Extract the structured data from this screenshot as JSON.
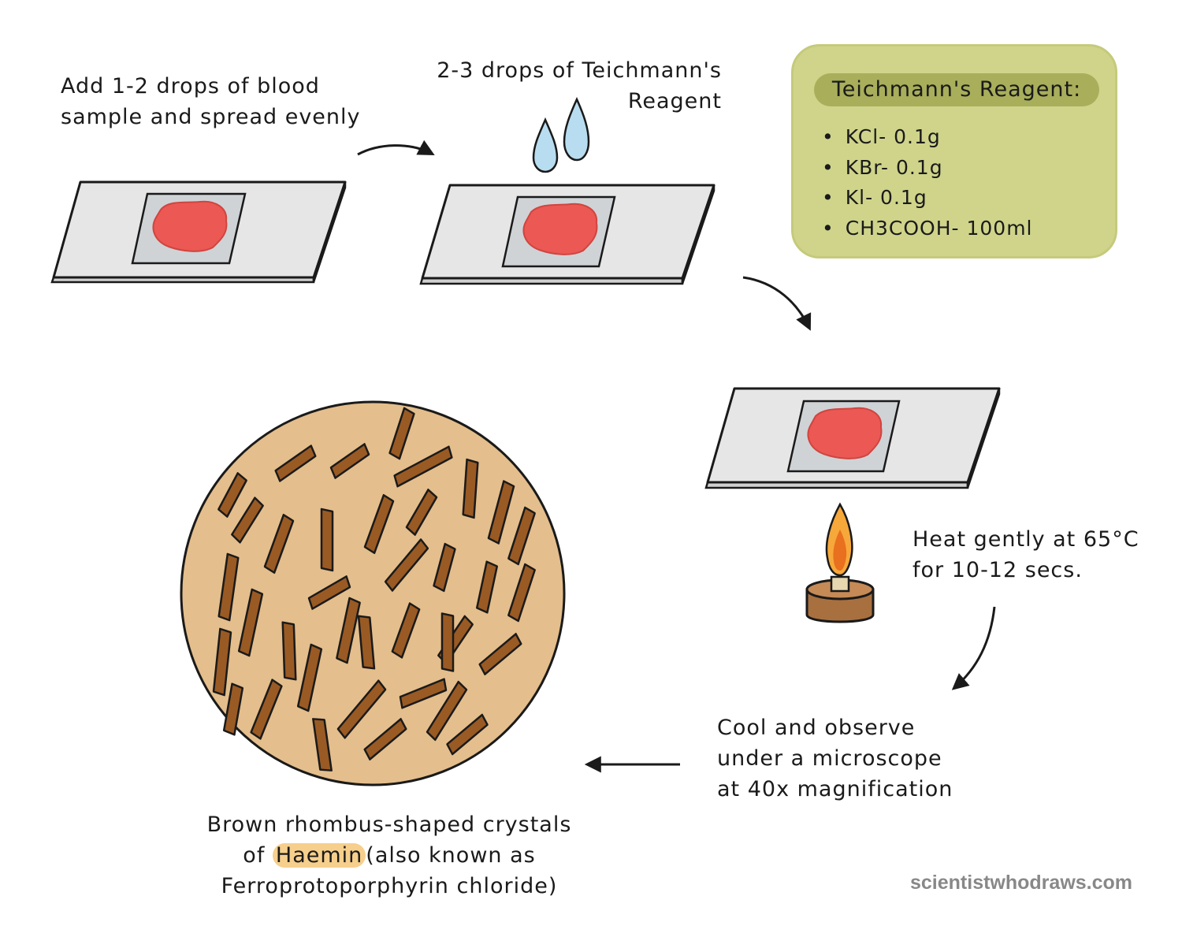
{
  "steps": {
    "step1": {
      "line1": "Add 1-2 drops of blood",
      "line2": "sample and spread evenly"
    },
    "step2": {
      "line1": "2-3 drops of Teichmann's",
      "line2": "Reagent"
    },
    "step3": {
      "line1": "Heat gently at 65°C",
      "line2": "for 10-12 secs."
    },
    "step4": {
      "line1": "Cool and observe",
      "line2": "under a microscope",
      "line3": "at 40x magnification"
    },
    "result": {
      "line1": "Brown rhombus-shaped crystals",
      "line2_prefix": "of",
      "line2_highlight": "Haemin",
      "line2_suffix": "(also known as",
      "line3": "Ferroprotoporphyrin chloride)"
    }
  },
  "reagent": {
    "title": "Teichmann's Reagent:",
    "items": [
      "KCl- 0.1g",
      "KBr- 0.1g",
      "Kl- 0.1g",
      "CH3COOH- 100ml"
    ]
  },
  "watermark": "scientistwhodraws.com",
  "colors": {
    "slide": "#e6e6e6",
    "coverslip": "#cfd3d6",
    "blood": "#ec5853",
    "drop": "#b9ddf0",
    "reagent_box": "#cfd48a",
    "reagent_title": "#a8ae5a",
    "microscope_field": "#e4be8c",
    "crystal": "#9a5a24",
    "highlight": "#f6cf8c",
    "flame_outer": "#f7a83a",
    "flame_inner": "#e8701f",
    "burner": "#b37a4b"
  }
}
